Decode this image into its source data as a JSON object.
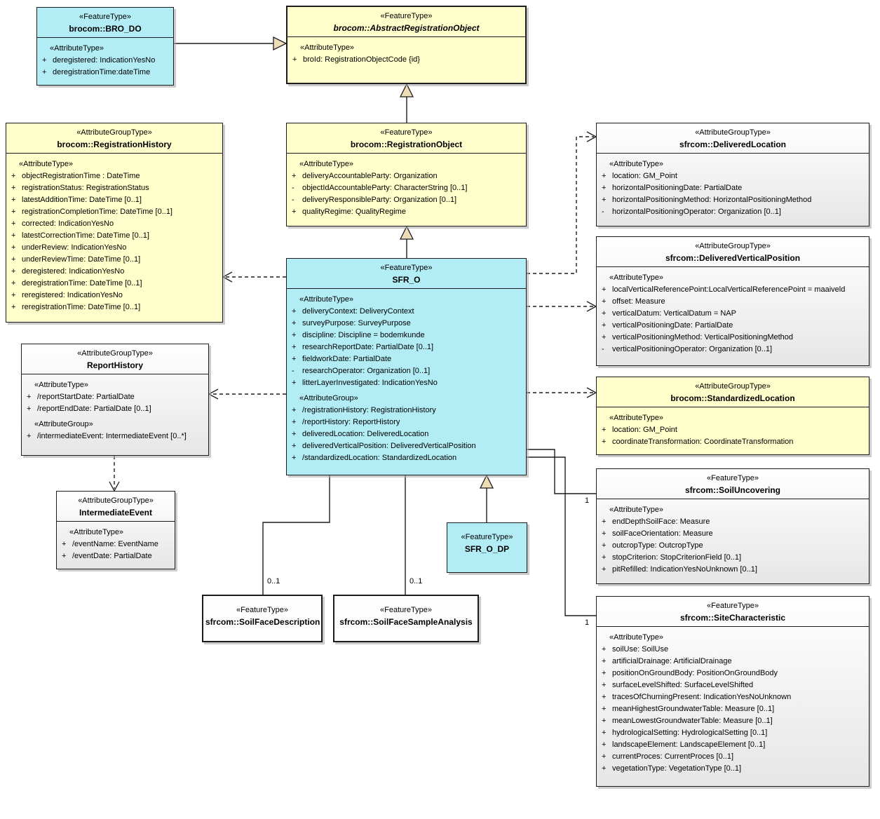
{
  "diagram": {
    "classes": [
      {
        "id": "bro-do",
        "stereotype": "«FeatureType»",
        "name": "brocom::BRO_DO",
        "abstract": false,
        "color": "cyan",
        "sections": [
          {
            "label": "«AttributeType»",
            "attributes": [
              {
                "vis": "+",
                "text": "deregistered: IndicationYesNo"
              },
              {
                "vis": "+",
                "text": "deregistrationTime:dateTime"
              }
            ]
          }
        ]
      },
      {
        "id": "abstract-registration-object",
        "stereotype": "«FeatureType»",
        "name": "brocom::AbstractRegistrationObject",
        "abstract": true,
        "color": "yellow",
        "sections": [
          {
            "label": "«AttributeType»",
            "attributes": [
              {
                "vis": "+",
                "text": "broId: RegistrationObjectCode {id}"
              }
            ]
          }
        ]
      },
      {
        "id": "registration-history",
        "stereotype": "«AttributeGroupType»",
        "name": "brocom::RegistrationHistory",
        "abstract": false,
        "color": "yellow",
        "sections": [
          {
            "label": "«AttributeType»",
            "attributes": [
              {
                "vis": "+",
                "text": "objectRegistrationTime : DateTime"
              },
              {
                "vis": "+",
                "text": "registrationStatus: RegistrationStatus"
              },
              {
                "vis": "+",
                "text": "latestAdditionTime: DateTime [0..1]"
              },
              {
                "vis": "+",
                "text": "registrationCompletionTime: DateTime [0..1]"
              },
              {
                "vis": "+",
                "text": "corrected: IndicationYesNo"
              },
              {
                "vis": "+",
                "text": "latestCorrectionTime: DateTime [0..1]"
              },
              {
                "vis": "+",
                "text": "underReview: IndicationYesNo"
              },
              {
                "vis": "+",
                "text": "underReviewTime: DateTime [0..1]"
              },
              {
                "vis": "+",
                "text": "deregistered: IndicationYesNo"
              },
              {
                "vis": "+",
                "text": "deregistrationTime: DateTime [0..1]"
              },
              {
                "vis": "+",
                "text": "reregistered: IndicationYesNo"
              },
              {
                "vis": "+",
                "text": "reregistrationTime: DateTime [0..1]"
              }
            ]
          }
        ]
      },
      {
        "id": "registration-object",
        "stereotype": "«FeatureType»",
        "name": "brocom::RegistrationObject",
        "abstract": false,
        "color": "yellow",
        "sections": [
          {
            "label": "«AttributeType»",
            "attributes": [
              {
                "vis": "+",
                "text": "deliveryAccountableParty: Organization"
              },
              {
                "vis": "-",
                "text": "objectIdAccountableParty: CharacterString [0..1]"
              },
              {
                "vis": "-",
                "text": "deliveryResponsibleParty: Organization [0..1]"
              },
              {
                "vis": "+",
                "text": "qualityRegime: QualityRegime"
              }
            ]
          }
        ]
      },
      {
        "id": "sfr-o",
        "stereotype": "«FeatureType»",
        "name": "SFR_O",
        "abstract": false,
        "color": "cyan",
        "sections": [
          {
            "label": "«AttributeType»",
            "attributes": [
              {
                "vis": "+",
                "text": "deliveryContext: DeliveryContext"
              },
              {
                "vis": "+",
                "text": "surveyPurpose: SurveyPurpose"
              },
              {
                "vis": "+",
                "text": "discipline: Discipline = bodemkunde"
              },
              {
                "vis": "+",
                "text": "researchReportDate: PartialDate [0..1]"
              },
              {
                "vis": "+",
                "text": "fieldworkDate: PartialDate"
              },
              {
                "vis": "-",
                "text": "researchOperator: Organization [0..1]"
              },
              {
                "vis": "+",
                "text": "litterLayerInvestigated: IndicationYesNo"
              }
            ]
          },
          {
            "label": "«AttributeGroup»",
            "attributes": [
              {
                "vis": "+",
                "text": "/registrationHistory: RegistrationHistory"
              },
              {
                "vis": "+",
                "text": "/reportHistory: ReportHistory"
              },
              {
                "vis": "+",
                "text": "deliveredLocation: DeliveredLocation"
              },
              {
                "vis": "+",
                "text": "deliveredVerticalPosition: DeliveredVerticalPosition"
              },
              {
                "vis": "+",
                "text": "/standardizedLocation: StandardizedLocation"
              }
            ]
          }
        ]
      },
      {
        "id": "delivered-location",
        "stereotype": "«AttributeGroupType»",
        "name": "sfrcom::DeliveredLocation",
        "abstract": false,
        "color": "grey",
        "sections": [
          {
            "label": "«AttributeType»",
            "attributes": [
              {
                "vis": "+",
                "text": "location: GM_Point"
              },
              {
                "vis": "+",
                "text": "horizontalPositioningDate: PartialDate"
              },
              {
                "vis": "+",
                "text": "horizontalPositioningMethod: HorizontalPositioningMethod"
              },
              {
                "vis": "-",
                "text": "horizontalPositioningOperator: Organization [0..1]"
              }
            ]
          }
        ]
      },
      {
        "id": "delivered-vertical-position",
        "stereotype": "«AttributeGroupType»",
        "name": "sfrcom::DeliveredVerticalPosition",
        "abstract": false,
        "color": "grey",
        "sections": [
          {
            "label": "«AttributeType»",
            "attributes": [
              {
                "vis": "+",
                "text": "localVerticalReferencePoint:LocalVerticalReferencePoint = maaiveld"
              },
              {
                "vis": "+",
                "text": "offset: Measure"
              },
              {
                "vis": "+",
                "text": "verticalDatum: VerticalDatum = NAP"
              },
              {
                "vis": "+",
                "text": "verticalPositioningDate: PartialDate"
              },
              {
                "vis": "+",
                "text": "verticalPositioningMethod: VerticalPositioningMethod"
              },
              {
                "vis": "-",
                "text": "verticalPositioningOperator: Organization [0..1]"
              }
            ]
          }
        ]
      },
      {
        "id": "standardized-location",
        "stereotype": "«AttributeGroupType»",
        "name": "brocom::StandardizedLocation",
        "abstract": false,
        "color": "yellow",
        "sections": [
          {
            "label": "«AttributeType»",
            "attributes": [
              {
                "vis": "+",
                "text": "location: GM_Point"
              },
              {
                "vis": "+",
                "text": "coordinateTransformation: CoordinateTransformation"
              }
            ]
          }
        ]
      },
      {
        "id": "report-history",
        "stereotype": "«AttributeGroupType»",
        "name": "ReportHistory",
        "abstract": false,
        "color": "grey",
        "sections": [
          {
            "label": "«AttributeType»",
            "attributes": [
              {
                "vis": "+",
                "text": "/reportStartDate: PartialDate"
              },
              {
                "vis": "+",
                "text": "/reportEndDate: PartialDate [0..1]"
              }
            ]
          },
          {
            "label": "«AttributeGroup»",
            "attributes": [
              {
                "vis": "+",
                "text": "/intermediateEvent: IntermediateEvent [0..*]"
              }
            ]
          }
        ]
      },
      {
        "id": "intermediate-event",
        "stereotype": "«AttributeGroupType»",
        "name": "IntermediateEvent",
        "abstract": false,
        "color": "grey",
        "sections": [
          {
            "label": "«AttributeType»",
            "attributes": [
              {
                "vis": "+",
                "text": "/eventName: EventName"
              },
              {
                "vis": "+",
                "text": "/eventDate: PartialDate"
              }
            ]
          }
        ]
      },
      {
        "id": "soil-uncovering",
        "stereotype": "«FeatureType»",
        "name": "sfrcom::SoilUncovering",
        "abstract": false,
        "color": "grey",
        "sections": [
          {
            "label": "«AttributeType»",
            "attributes": [
              {
                "vis": "+",
                "text": "endDepthSoilFace: Measure"
              },
              {
                "vis": "+",
                "text": "soilFaceOrientation: Measure"
              },
              {
                "vis": "+",
                "text": "outcropType: OutcropType"
              },
              {
                "vis": "+",
                "text": "stopCriterion: StopCriterionField [0..1]"
              },
              {
                "vis": "+",
                "text": "pitRefilled: IndicationYesNoUnknown [0..1]"
              }
            ]
          }
        ]
      },
      {
        "id": "site-characteristic",
        "stereotype": "«FeatureType»",
        "name": "sfrcom::SiteCharacteristic",
        "abstract": false,
        "color": "grey",
        "sections": [
          {
            "label": "«AttributeType»",
            "attributes": [
              {
                "vis": "+",
                "text": "soilUse: SoilUse"
              },
              {
                "vis": "+",
                "text": "artificialDrainage: ArtificialDrainage"
              },
              {
                "vis": "+",
                "text": "positionOnGroundBody: PositionOnGroundBody"
              },
              {
                "vis": "+",
                "text": "surfaceLevelShifted: SurfaceLevelShifted"
              },
              {
                "vis": "+",
                "text": "tracesOfChurningPresent: IndicationYesNoUnknown"
              },
              {
                "vis": "+",
                "text": "meanHighestGroundwaterTable: Measure [0..1]"
              },
              {
                "vis": "+",
                "text": "meanLowestGroundwaterTable: Measure [0..1]"
              },
              {
                "vis": "+",
                "text": "hydrologicalSetting: HydrologicalSetting [0..1]"
              },
              {
                "vis": "+",
                "text": "landscapeElement: LandscapeElement [0..1]"
              },
              {
                "vis": "+",
                "text": "currentProces: CurrentProces [0..1]"
              },
              {
                "vis": "+",
                "text": "vegetationType: VegetationType [0..1]"
              }
            ]
          }
        ]
      },
      {
        "id": "sfr-o-dp",
        "stereotype": "«FeatureType»",
        "name": "SFR_O_DP",
        "abstract": false,
        "color": "cyan",
        "sections": []
      },
      {
        "id": "soil-face-description",
        "stereotype": "«FeatureType»",
        "name": "sfrcom::SoilFaceDescription",
        "abstract": false,
        "color": "white",
        "sections": []
      },
      {
        "id": "soil-face-sample-analysis",
        "stereotype": "«FeatureType»",
        "name": "sfrcom::SoilFaceSampleAnalysis",
        "abstract": false,
        "color": "white",
        "sections": []
      }
    ],
    "edges": [
      {
        "type": "generalization",
        "from": "brocom::BRO_DO",
        "to": "brocom::AbstractRegistrationObject"
      },
      {
        "type": "generalization",
        "from": "brocom::RegistrationObject",
        "to": "brocom::AbstractRegistrationObject"
      },
      {
        "type": "generalization",
        "from": "SFR_O",
        "to": "brocom::RegistrationObject"
      },
      {
        "type": "generalization",
        "from": "SFR_O_DP",
        "to": "SFR_O"
      },
      {
        "type": "dependency",
        "from": "SFR_O",
        "to": "brocom::RegistrationHistory"
      },
      {
        "type": "dependency",
        "from": "SFR_O",
        "to": "ReportHistory"
      },
      {
        "type": "dependency",
        "from": "ReportHistory",
        "to": "IntermediateEvent"
      },
      {
        "type": "dependency",
        "from": "SFR_O",
        "to": "sfrcom::DeliveredLocation"
      },
      {
        "type": "dependency",
        "from": "SFR_O",
        "to": "sfrcom::DeliveredVerticalPosition"
      },
      {
        "type": "dependency",
        "from": "SFR_O",
        "to": "brocom::StandardizedLocation"
      },
      {
        "type": "association",
        "from": "SFR_O",
        "to": "sfrcom::SoilUncovering",
        "multiplicity": "1"
      },
      {
        "type": "association",
        "from": "SFR_O",
        "to": "sfrcom::SiteCharacteristic",
        "multiplicity": "1"
      },
      {
        "type": "association",
        "from": "SFR_O",
        "to": "sfrcom::SoilFaceDescription",
        "multiplicity": "0..1"
      },
      {
        "type": "association",
        "from": "SFR_O",
        "to": "sfrcom::SoilFaceSampleAnalysis",
        "multiplicity": "0..1"
      }
    ]
  }
}
